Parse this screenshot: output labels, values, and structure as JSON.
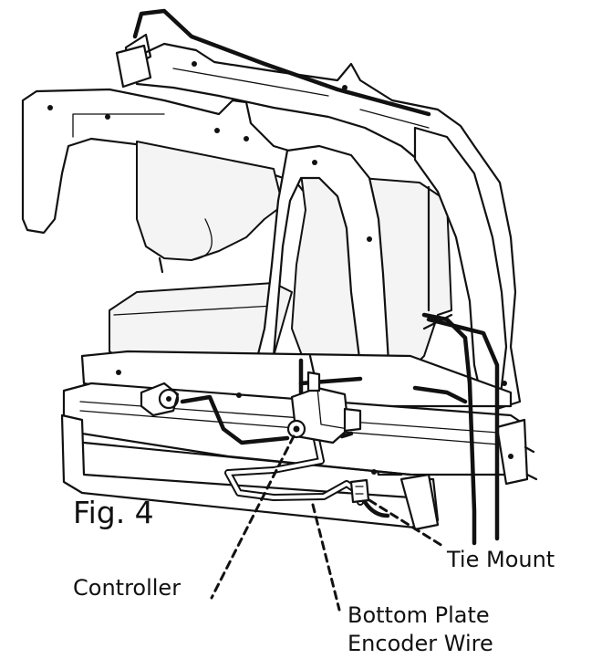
{
  "figure_label": "Fig. 4",
  "callouts": {
    "controller": "Controller",
    "tie_mount": "Tie Mount",
    "bottom_plate_line1": "Bottom Plate",
    "bottom_plate_line2": "Encoder Wire"
  },
  "colors": {
    "ink": "#111111",
    "paper": "#ffffff"
  }
}
